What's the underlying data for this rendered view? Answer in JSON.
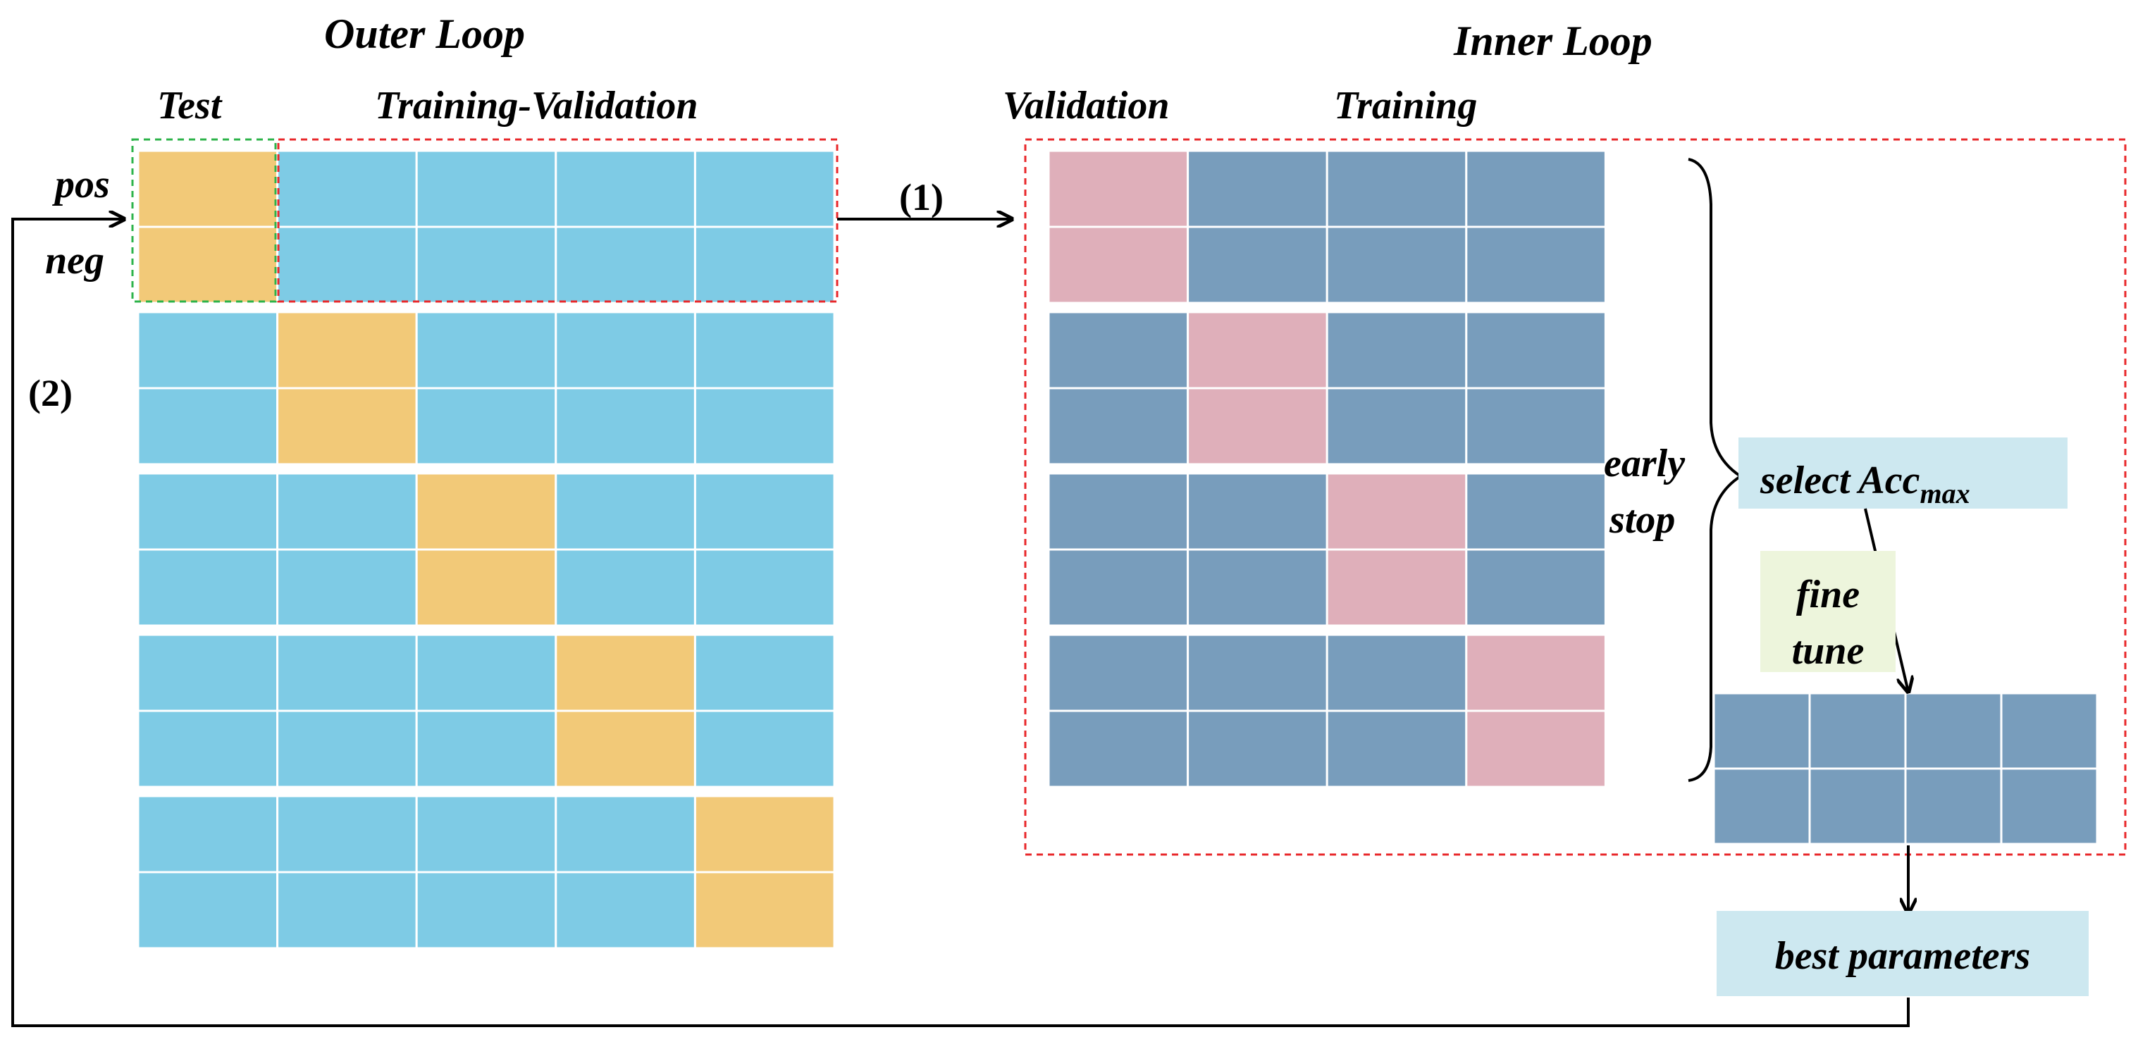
{
  "titles": {
    "outer_loop": "Outer Loop",
    "inner_loop": "Inner Loop"
  },
  "outer": {
    "test_label": "Test",
    "train_val_label": "Training-Validation",
    "pos_label": "pos",
    "neg_label": "neg",
    "folds": 5,
    "rows_per_fold": 2,
    "test_fold_col": [
      0,
      1,
      2,
      3,
      4
    ]
  },
  "inner": {
    "validation_label": "Validation",
    "training_label": "Training",
    "folds": 4,
    "rows_per_fold": 2,
    "validation_fold_col": [
      0,
      1,
      2,
      3
    ]
  },
  "steps": {
    "step1": "(1)",
    "step2": "(2)"
  },
  "early_stop": {
    "line1": "early",
    "line2": "stop"
  },
  "select_box": {
    "text": "select Acc",
    "subscript": "max"
  },
  "fine_tune": {
    "line1": "fine",
    "line2": "tune"
  },
  "best_params": "best parameters",
  "colors": {
    "test": "#F2C978",
    "outer_train": "#7ECBE5",
    "inner_val": "#DFAFBA",
    "inner_train": "#789DBC",
    "select_bg": "#CDE8F0",
    "fine_tune_bg": "#EDF5DC",
    "best_bg": "#CDE8F0",
    "red_dash": "#E8282B",
    "green_dash": "#2DB34A"
  }
}
